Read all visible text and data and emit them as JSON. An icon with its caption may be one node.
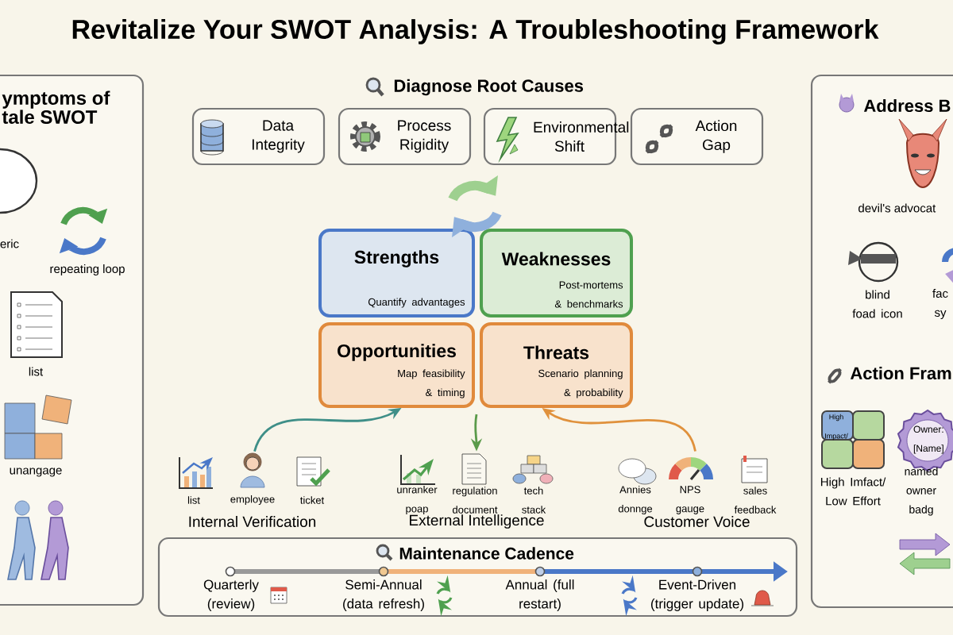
{
  "diagram": {
    "title": "Revitalize Your SWOT Analysis: A Troubleshooting Framework",
    "nodes": [
      {
        "text": [
          "ymptoms of tale SWOT"
        ]
      },
      {
        "text": [
          "Data Integrity"
        ]
      },
      {
        "text": [
          "Process Rigidity"
        ]
      },
      {
        "text": [
          "Environmental Shift"
        ]
      },
      {
        "text": [
          "Action Gap"
        ]
      },
      {
        "text": [
          "Strengths",
          "Quantify advantages"
        ]
      },
      {
        "text": [
          "Weaknesses",
          "Post-mortems & benchmarks"
        ]
      },
      {
        "text": [
          "Opportunities",
          "Map feasibility & timing"
        ]
      },
      {
        "text": [
          "Threats",
          "Scenario planning & probability"
        ]
      },
      {
        "text": [
          "Internal Verification"
        ]
      },
      {
        "text": [
          "External Intelligence"
        ]
      },
      {
        "text": [
          "Customer Voice"
        ]
      },
      {
        "text": [
          "Maintenance Cadence"
        ]
      },
      {
        "text": [
          "Address B",
          "Action Fram"
        ]
      }
    ],
    "edges": [
      {
        "from": 9,
        "to": 7,
        "arrow": "to",
        "color": "#3f8f88"
      },
      {
        "from": null,
        "to": 10,
        "arrow": "to",
        "color": "#5a9a4a"
      },
      {
        "from": 11,
        "to": 8,
        "arrow": "to",
        "color": "#e0913c"
      }
    ],
    "labels": [
      "Diagnose Root Causes",
      "eric",
      "repeating loop",
      "list",
      "unangage",
      "list",
      "employee",
      "ticket",
      "unranker poap",
      "regulation document",
      "tech stack",
      "Annies donnge",
      "NPS gauge",
      "sales feedback",
      "Quarterly (review)",
      "Semi-Annual (data refresh)",
      "Annual (full restart)",
      "Event-Driven (trigger update)",
      "devil's advocat",
      "blind foad icon",
      "fac sy",
      "High Impact/",
      "Owner: [Name]",
      "High Imfact/ Low Effort",
      "named owner badg"
    ]
  }
}
